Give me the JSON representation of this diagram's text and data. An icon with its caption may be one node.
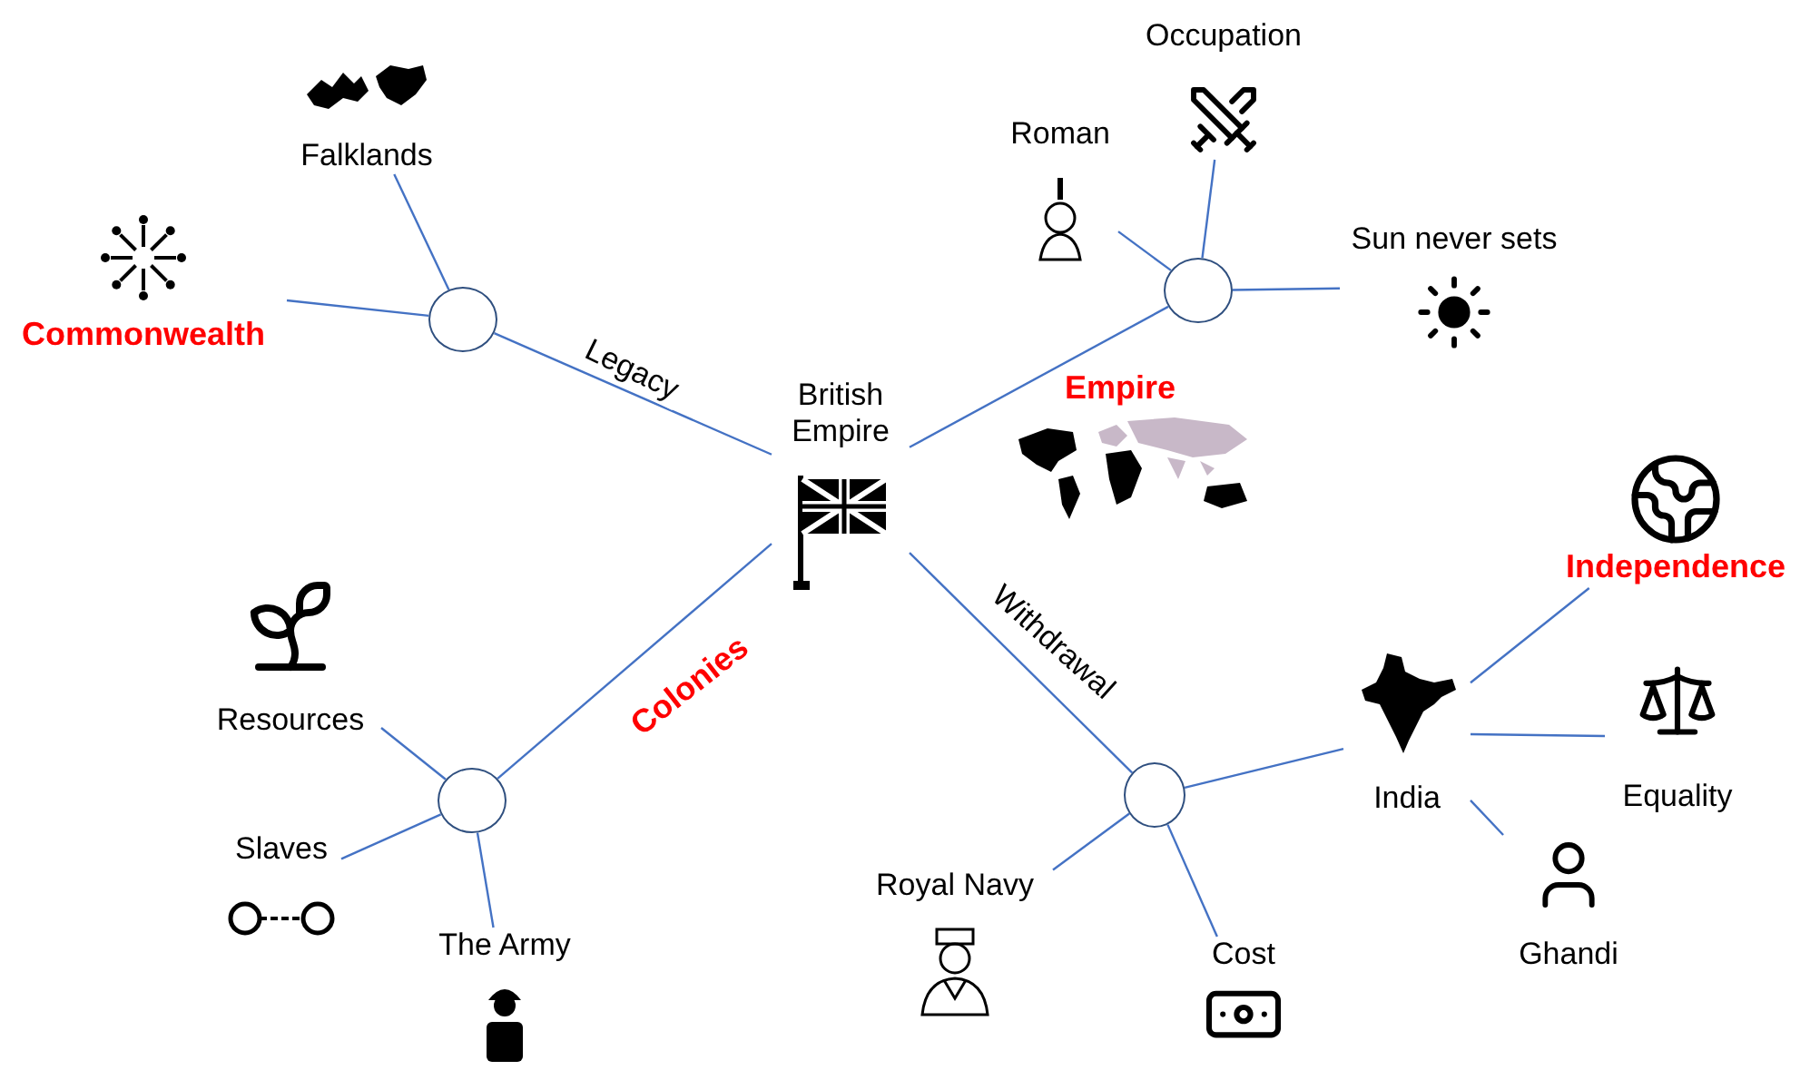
{
  "diagram": {
    "nodes": [
      {
        "text": [
          "British Empire"
        ]
      },
      {
        "text": [],
        "shape": "circle"
      },
      {
        "text": [
          "Falklands"
        ]
      },
      {
        "text": [
          "Commonwealth"
        ]
      },
      {
        "text": [],
        "shape": "circle"
      },
      {
        "text": [
          "Roman"
        ]
      },
      {
        "text": [
          "Occupation"
        ]
      },
      {
        "text": [
          "Sun never sets"
        ]
      },
      {
        "text": [],
        "shape": "circle"
      },
      {
        "text": [
          "Resources"
        ]
      },
      {
        "text": [
          "Slaves"
        ]
      },
      {
        "text": [
          "The Army"
        ]
      },
      {
        "text": [],
        "shape": "circle"
      },
      {
        "text": [
          "Royal Navy"
        ]
      },
      {
        "text": [
          "Cost"
        ]
      },
      {
        "text": [
          "India"
        ]
      },
      {
        "text": [
          "Independence"
        ]
      },
      {
        "text": [
          "Equality"
        ]
      },
      {
        "text": [
          "Ghandi"
        ]
      }
    ],
    "edges": [
      {
        "from": 0,
        "to": 1,
        "arrow": "none",
        "label": "Legacy"
      },
      {
        "from": 0,
        "to": 4,
        "arrow": "none",
        "label": "Empire"
      },
      {
        "from": 0,
        "to": 8,
        "arrow": "none",
        "label": "Colonies"
      },
      {
        "from": 0,
        "to": 12,
        "arrow": "none",
        "label": "Withdrawal"
      },
      {
        "from": 1,
        "to": 2,
        "arrow": "none"
      },
      {
        "from": 1,
        "to": 3,
        "arrow": "none"
      },
      {
        "from": 4,
        "to": 5,
        "arrow": "none"
      },
      {
        "from": 4,
        "to": 6,
        "arrow": "none"
      },
      {
        "from": 4,
        "to": 7,
        "arrow": "none"
      },
      {
        "from": 8,
        "to": 9,
        "arrow": "none"
      },
      {
        "from": 8,
        "to": 10,
        "arrow": "none"
      },
      {
        "from": 8,
        "to": 11,
        "arrow": "none"
      },
      {
        "from": 12,
        "to": 13,
        "arrow": "none"
      },
      {
        "from": 12,
        "to": 14,
        "arrow": "none"
      },
      {
        "from": 12,
        "to": 15,
        "arrow": "none"
      },
      {
        "from": 15,
        "to": 16,
        "arrow": "none"
      },
      {
        "from": 15,
        "to": 17,
        "arrow": "none"
      },
      {
        "from": 15,
        "to": 18,
        "arrow": "none"
      }
    ]
  }
}
